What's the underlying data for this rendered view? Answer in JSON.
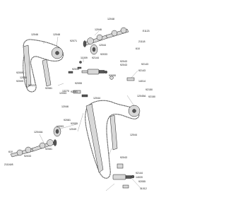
{
  "diagram": {
    "id": "E1123",
    "labels": [
      {
        "key": "p12048a",
        "text": "12048"
      },
      {
        "key": "p12046a",
        "text": "12046"
      },
      {
        "key": "p92033a",
        "text": "92033"
      },
      {
        "key": "p92071",
        "text": "92071"
      },
      {
        "key": "p92009a",
        "text": "92009"
      },
      {
        "key": "p92009b",
        "text": "92009"
      },
      {
        "key": "p92143a",
        "text": "92143"
      },
      {
        "key": "p92043a",
        "text": "92043"
      },
      {
        "key": "p92022",
        "text": "92022"
      },
      {
        "key": "p12053a",
        "text": "12053"
      },
      {
        "key": "p12053b",
        "text": "12053"
      },
      {
        "key": "p12046b",
        "text": "12046"
      },
      {
        "key": "p12048b",
        "text": "12048"
      },
      {
        "key": "p21118",
        "text": "21118"
      },
      {
        "key": "p610",
        "text": "610"
      },
      {
        "key": "p92043b",
        "text": "92043"
      },
      {
        "key": "p92033b",
        "text": "92033"
      },
      {
        "key": "p11009",
        "text": "11009"
      },
      {
        "key": "p92144",
        "text": "92144"
      },
      {
        "key": "p92143b",
        "text": "92143"
      },
      {
        "key": "p12044a",
        "text": "12044"
      },
      {
        "key": "p92055a",
        "text": "92055"
      },
      {
        "key": "p13270",
        "text": "13270"
      },
      {
        "key": "p14014",
        "text": "14014"
      },
      {
        "key": "p92150",
        "text": "92150"
      },
      {
        "key": "p92081a",
        "text": "92081"
      },
      {
        "key": "p92055b",
        "text": "92055"
      },
      {
        "key": "p92081b",
        "text": "92081"
      },
      {
        "key": "p12044b",
        "text": "12044"
      },
      {
        "key": "p120458",
        "text": "12045A"
      },
      {
        "key": "p92150b",
        "text": "92150"
      },
      {
        "key": "p12049",
        "text": "12049"
      },
      {
        "key": "p12046c",
        "text": "12046"
      },
      {
        "key": "p12053c",
        "text": "12053"
      },
      {
        "key": "p92081c",
        "text": "92081"
      },
      {
        "key": "p92055c",
        "text": "92055"
      },
      {
        "key": "p12044c",
        "text": "12044"
      },
      {
        "key": "p120446",
        "text": "12044A"
      },
      {
        "key": "p92081d",
        "text": "92081"
      },
      {
        "key": "p92144b",
        "text": "92144"
      },
      {
        "key": "p92043c",
        "text": "92043"
      },
      {
        "key": "p14020",
        "text": "14020"
      },
      {
        "key": "p92055d",
        "text": "92055"
      },
      {
        "key": "p610b",
        "text": "610"
      },
      {
        "key": "p92033c",
        "text": "92033"
      },
      {
        "key": "p211163",
        "text": "21116/8"
      },
      {
        "key": "p11012",
        "text": "11012"
      }
    ]
  }
}
